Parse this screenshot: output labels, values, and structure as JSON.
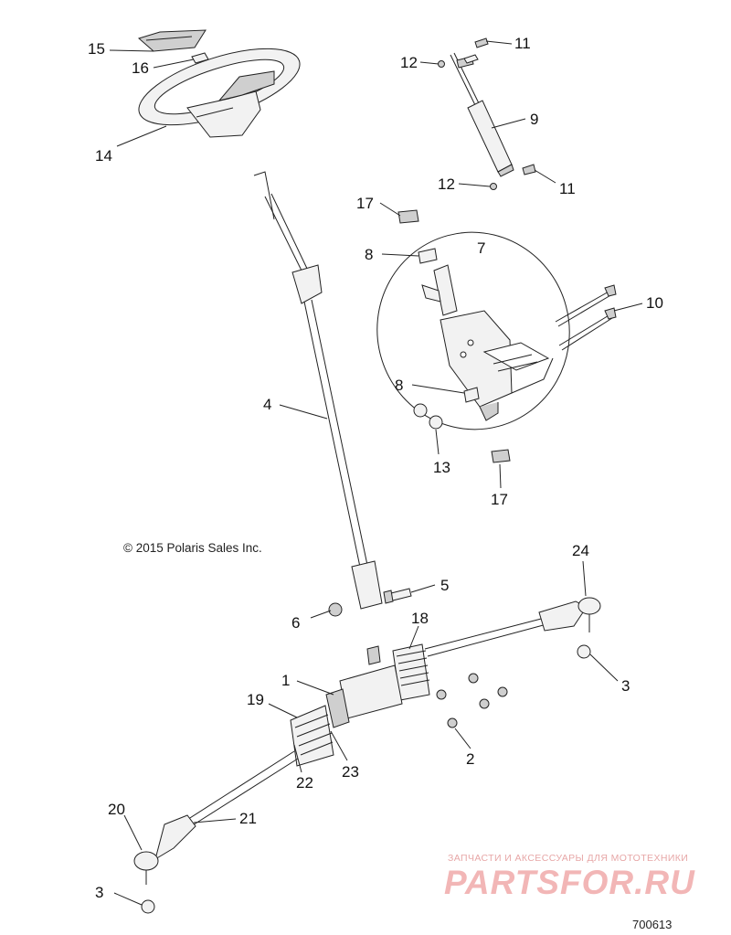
{
  "copyright": "© 2015 Polaris Sales Inc.",
  "drawing_id": "700613",
  "watermark": {
    "subtitle": "ЗАПЧАСТИ И АКСЕССУАРЫ ДЛЯ МОТОТЕХНИКИ",
    "brand": "PARTSFOR.RU"
  },
  "callouts": [
    {
      "id": "c15",
      "label": "15"
    },
    {
      "id": "c16",
      "label": "16"
    },
    {
      "id": "c14",
      "label": "14"
    },
    {
      "id": "c12a",
      "label": "12"
    },
    {
      "id": "c11a",
      "label": "11"
    },
    {
      "id": "c9",
      "label": "9"
    },
    {
      "id": "c12b",
      "label": "12"
    },
    {
      "id": "c11b",
      "label": "11"
    },
    {
      "id": "c17a",
      "label": "17"
    },
    {
      "id": "c8a",
      "label": "8"
    },
    {
      "id": "c7",
      "label": "7"
    },
    {
      "id": "c10",
      "label": "10"
    },
    {
      "id": "c8b",
      "label": "8"
    },
    {
      "id": "c13",
      "label": "13"
    },
    {
      "id": "c17b",
      "label": "17"
    },
    {
      "id": "c4",
      "label": "4"
    },
    {
      "id": "c24",
      "label": "24"
    },
    {
      "id": "c5",
      "label": "5"
    },
    {
      "id": "c6",
      "label": "6"
    },
    {
      "id": "c18",
      "label": "18"
    },
    {
      "id": "c3a",
      "label": "3"
    },
    {
      "id": "c1",
      "label": "1"
    },
    {
      "id": "c19",
      "label": "19"
    },
    {
      "id": "c2",
      "label": "2"
    },
    {
      "id": "c23",
      "label": "23"
    },
    {
      "id": "c22",
      "label": "22"
    },
    {
      "id": "c20",
      "label": "20"
    },
    {
      "id": "c21",
      "label": "21"
    },
    {
      "id": "c3b",
      "label": "3"
    }
  ]
}
